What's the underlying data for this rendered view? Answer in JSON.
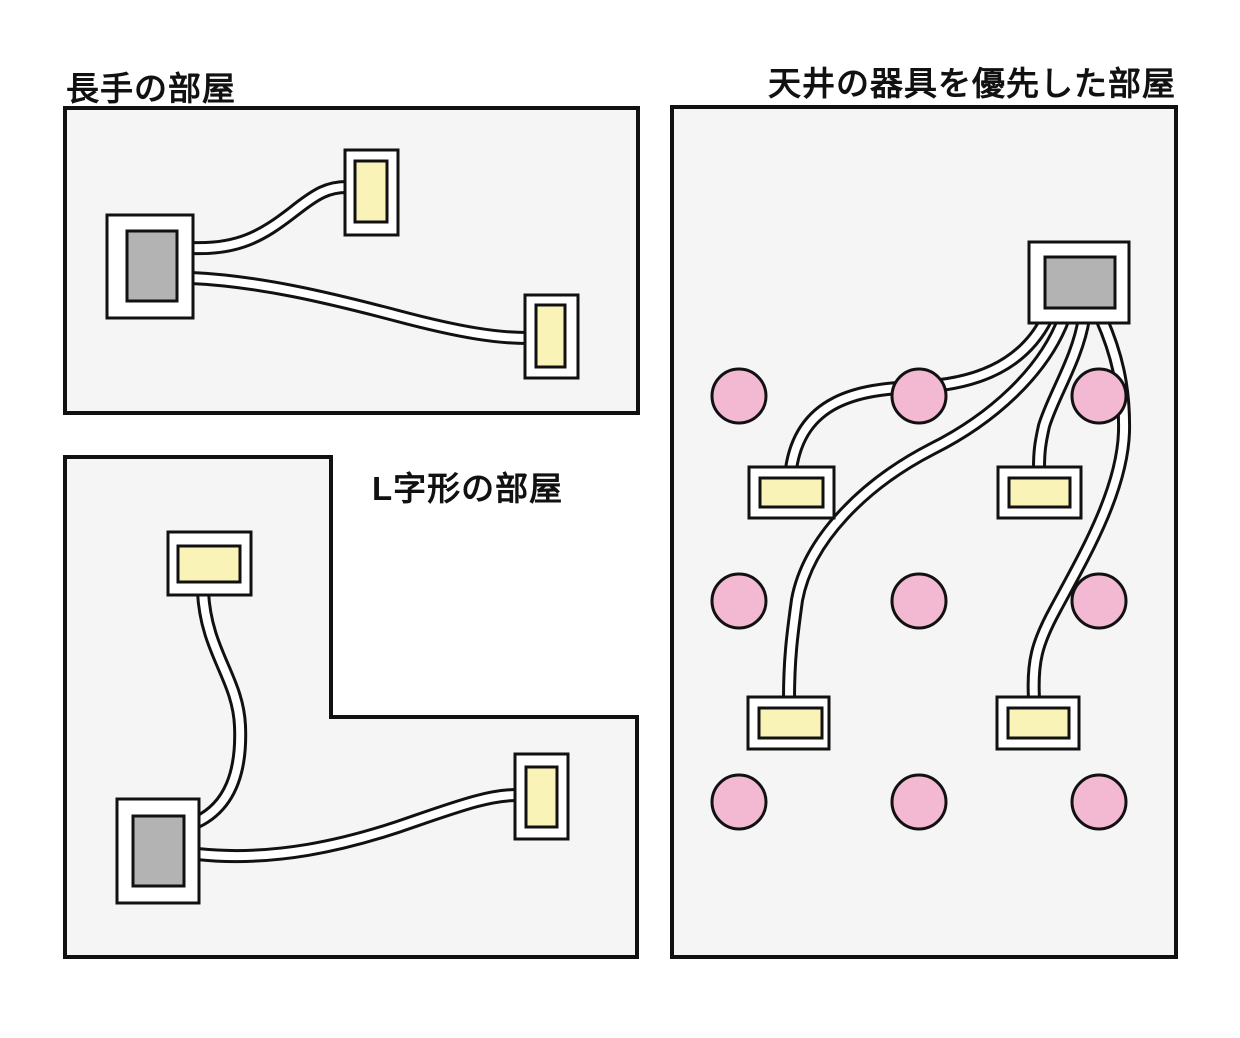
{
  "page": {
    "background": "#ffffff",
    "description_counts": {
      "rooms": 3,
      "total_distribution_boxes": 3,
      "total_switch_outlets": 8,
      "total_ceiling_lights": 9
    }
  },
  "colors": {
    "room_fill": "#f5f5f5",
    "outline": "#111111",
    "box_fill": "#ffffff",
    "panel_fill": "#b3b3b3",
    "switch_fill": "#faf3b8",
    "light_fill": "#f3b8d2",
    "title_color": "#111111"
  },
  "rooms": [
    {
      "id": "long-room",
      "title": "長手の部屋",
      "shape": "rectangle",
      "distribution_boxes": 1,
      "wall_devices": 2,
      "ceiling_lights": 0,
      "wires": 2
    },
    {
      "id": "l-shaped-room",
      "title": "L字形の部屋",
      "shape": "L-shape",
      "distribution_boxes": 1,
      "wall_devices": 2,
      "ceiling_lights": 0,
      "wires": 2
    },
    {
      "id": "ceiling-priority-room",
      "title": "天井の器具を優先した部屋",
      "shape": "rectangle",
      "distribution_boxes": 1,
      "wall_devices": 4,
      "ceiling_lights": 9,
      "wires": 4
    }
  ]
}
